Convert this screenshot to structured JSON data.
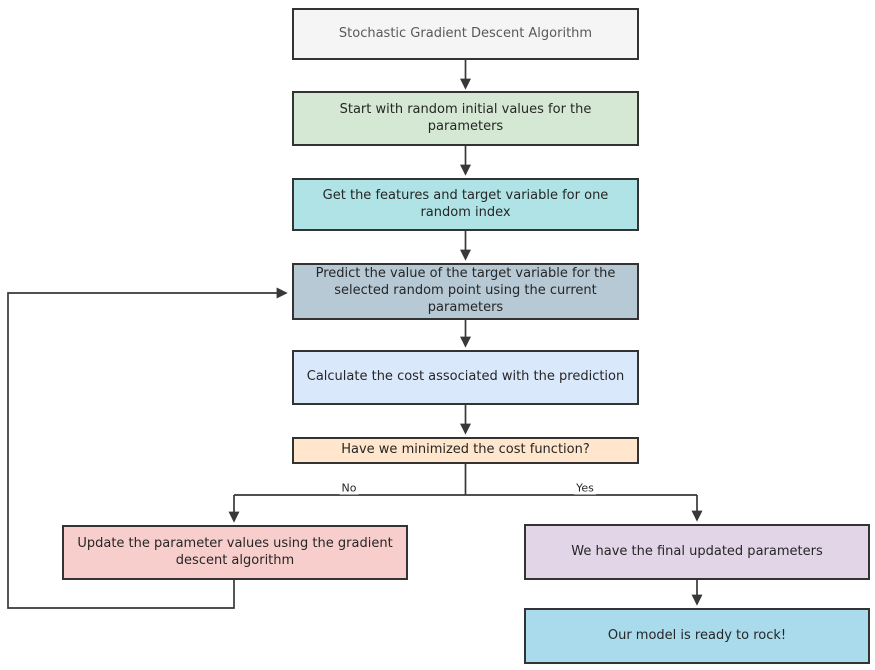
{
  "diagram": {
    "title": "Stochastic Gradient Descent Algorithm flowchart",
    "colors": {
      "background": "#ffffff",
      "line": "#383838",
      "border": "#333333",
      "text": "#262626",
      "title_text": "#595959"
    },
    "nodes": {
      "title": {
        "label": "Stochastic Gradient Descent Algorithm",
        "fill": "#f5f5f5",
        "text_color": "#595959"
      },
      "init": {
        "label": "Start with random initial values for the parameters",
        "fill": "#d5e8d4"
      },
      "sample": {
        "label": "Get the features and target variable for one random index",
        "fill": "#b0e3e6"
      },
      "predict": {
        "label": "Predict the value of the target variable for the selected random point using the current parameters",
        "fill": "#b7c9d4"
      },
      "cost": {
        "label": "Calculate the cost associated with the prediction",
        "fill": "#dae8fc"
      },
      "decision": {
        "label": "Have we minimized the cost function?",
        "fill": "#ffe6cc"
      },
      "update": {
        "label": "Update the parameter values using the gradient descent algorithm",
        "fill": "#f8cecc"
      },
      "final_params": {
        "label": "We have the final updated parameters",
        "fill": "#e1d5e7"
      },
      "ready": {
        "label": "Our model is ready to rock!",
        "fill": "#a9dbec"
      }
    },
    "branch_labels": {
      "no": "No",
      "yes": "Yes"
    }
  }
}
